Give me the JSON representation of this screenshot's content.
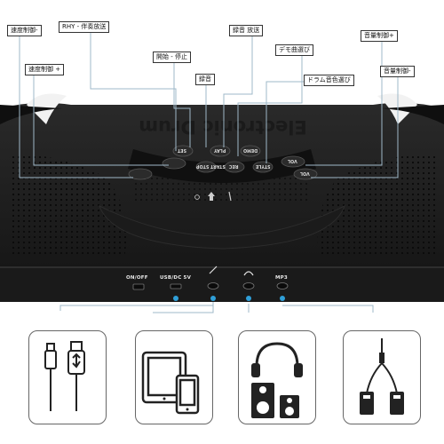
{
  "product": {
    "brand": "Electronic Drum"
  },
  "callouts": [
    {
      "id": "tempo-down-top",
      "text": "速度制御-"
    },
    {
      "id": "tempo-up",
      "text": "速度制御 +"
    },
    {
      "id": "rhythm",
      "text": "RHY - 伴奏放送"
    },
    {
      "id": "start-stop",
      "text": "開始 - 停止"
    },
    {
      "id": "record",
      "text": "録音"
    },
    {
      "id": "record-play",
      "text": "録音 放送"
    },
    {
      "id": "demo",
      "text": "デモ曲選び"
    },
    {
      "id": "drum-sound",
      "text": "ドラム音色選び"
    },
    {
      "id": "volume-up",
      "text": "音量制御+"
    },
    {
      "id": "volume-down",
      "text": "音量制御-"
    }
  ],
  "buttons": [
    {
      "id": "b1",
      "text": "SET"
    },
    {
      "id": "b2",
      "text": "START STOP"
    },
    {
      "id": "b3",
      "text": "PLAY"
    },
    {
      "id": "b4",
      "text": "REC"
    },
    {
      "id": "b5",
      "text": "DEMO"
    },
    {
      "id": "b6",
      "text": "STYLE"
    },
    {
      "id": "b7",
      "text": "VOL"
    },
    {
      "id": "b8",
      "text": "VOL"
    }
  ],
  "ports": [
    {
      "id": "power",
      "text": "ON/OFF"
    },
    {
      "id": "usb",
      "text": "USB/DC 5V"
    },
    {
      "id": "mp3",
      "text": "MP3"
    }
  ],
  "accents": {
    "callout_line": "#9fb8c8",
    "dot": "#2f9fd8",
    "body": "#1f1f1f",
    "card_border": "#666666"
  },
  "cards": [
    {
      "id": "usb-cable",
      "icon": "usb-cable-icon"
    },
    {
      "id": "tablet-phone",
      "icon": "tablet-phone-icon"
    },
    {
      "id": "headphones-speakers",
      "icon": "headphones-speakers-icon"
    },
    {
      "id": "aux-splitter",
      "icon": "aux-splitter-cable-icon"
    }
  ]
}
